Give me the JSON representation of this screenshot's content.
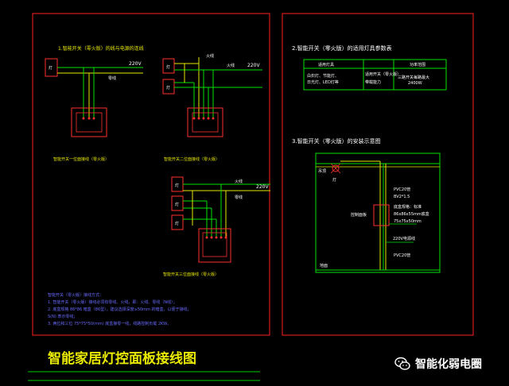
{
  "title": "智能家居灯控面板接线图",
  "watermark": "智能化弱电圈",
  "colors": {
    "frame": "#ff2020",
    "wire": "#00e000",
    "neutral": "#e8e800",
    "text": "#ffffff",
    "note": "#5a5aff",
    "device": "#ff3030",
    "title": "#e8e800",
    "underline": "#00cc00"
  },
  "diagram1": {
    "heading": "1.智能开关（零火版）的线与电源的连线",
    "voltage_single": "220V",
    "live_label_top": "火线",
    "neutral_label": "零线",
    "live_label_2": "火线",
    "lamp": "灯",
    "voltage_double": "220V",
    "voltage_triple": "220V",
    "live_label_3": "火线",
    "neutral_label_3": "零线",
    "caption_single": "智能开关一位面接线（零火版）",
    "caption_double": "智能开关二位面接线（零火版）",
    "caption_triple": "智能开关三位面接线（零火版）",
    "notes": [
      "智能开关（零火版）接线方式：",
      "1. 智能开关（零火版）接线必须有零线、火线，即：火线、零线（N线）；",
      "2. 底盒规格 86*86 暗盒（86型），建议选择深度≥50mm 的暗盒，以便于接线；",
      "S(N) 表示零线；",
      "3. 两位和三位 75*75*50(mm) 底盒接零一线，线路控制负载 2KW。"
    ]
  },
  "table": {
    "heading": "2.智能开关（零火版）的适用灯具参数表",
    "headers": [
      "适用灯具",
      "",
      "功率范围"
    ],
    "rows": [
      [
        "白炽灯、节能灯、",
        "适用开关（零火版）",
        "三路开关每路最大"
      ],
      [
        "日光灯、LED灯等",
        "带载能力",
        "2400W"
      ]
    ]
  },
  "install": {
    "heading": "3.智能开关（零火版）的安装示意图",
    "lamp": "灯",
    "ceiling_label": "吊顶",
    "pvc_top": "PVC20管",
    "wire_top": "BV2*1.5",
    "box_label": "底盒规格：标准",
    "box_size_1": "86x86x55mm底盒",
    "box_size_2": "75x75x50mm",
    "panel_label": "控制面板",
    "power_label": "220V电源线",
    "pvc_bottom": "PVC20管",
    "floor_label": "地面"
  }
}
